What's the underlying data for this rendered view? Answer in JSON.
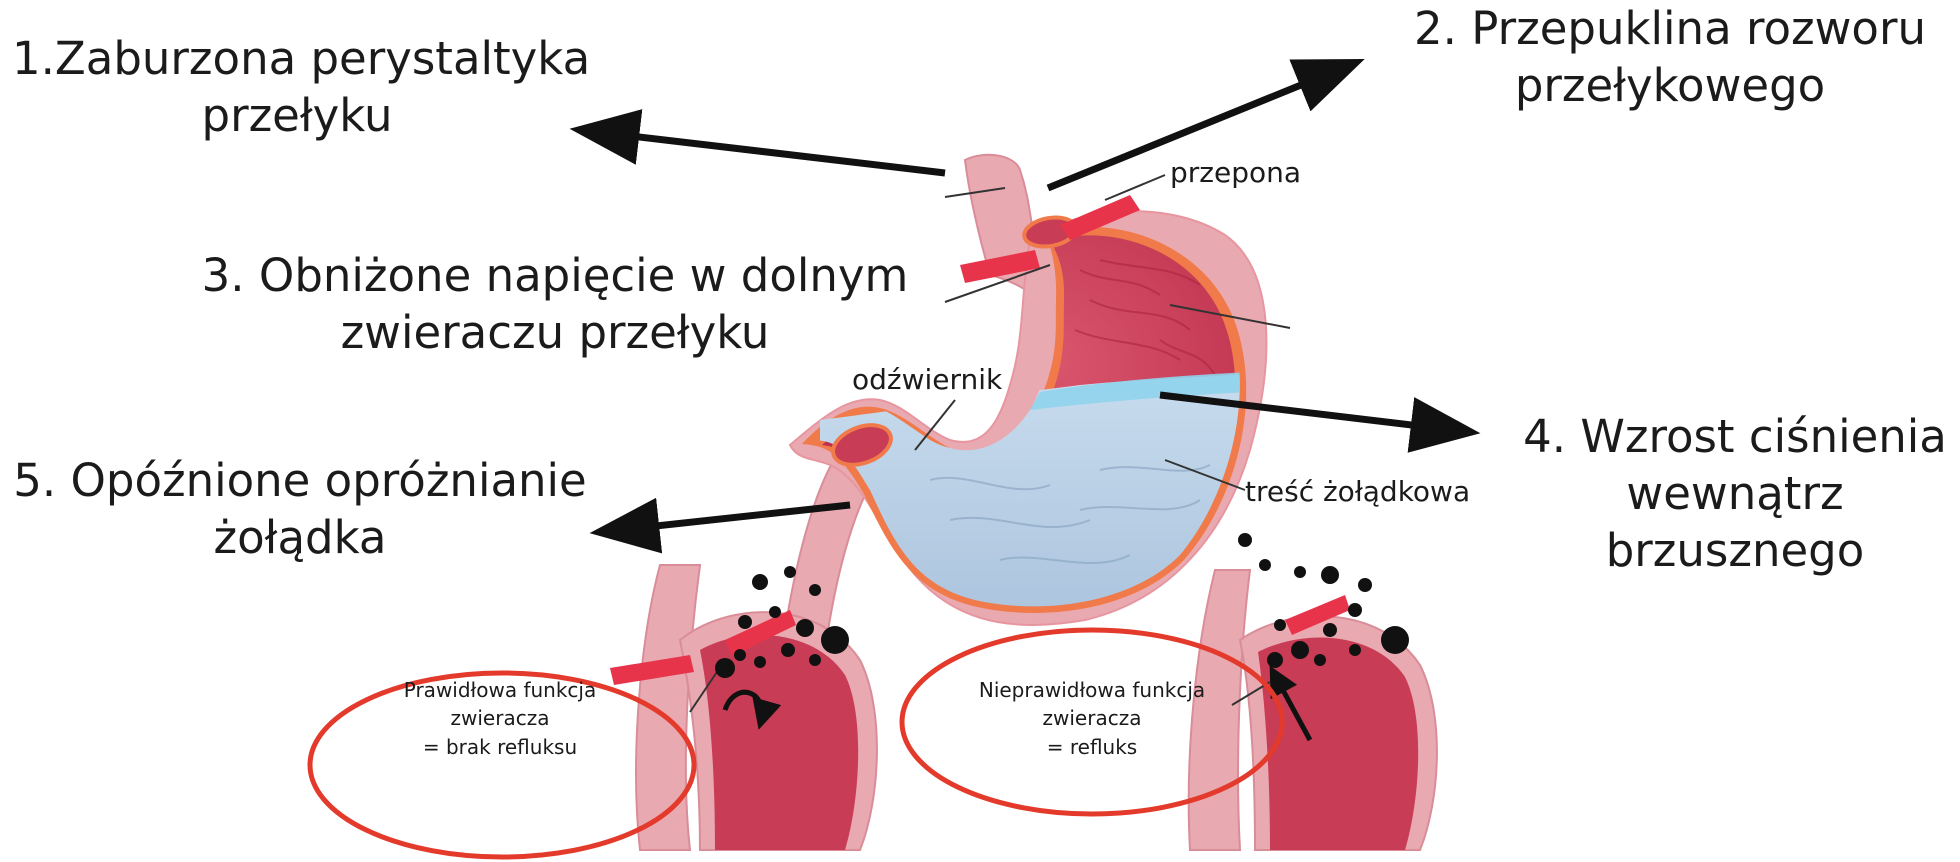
{
  "labels": {
    "cause1": [
      "1.Zaburzona perystaltyka",
      "przełyku"
    ],
    "cause2": [
      "2. Przepuklina rozworu",
      "przełykowego"
    ],
    "cause3": [
      "3. Obniżone napięcie w dolnym",
      "zwieraczu przełyku"
    ],
    "cause4": [
      "4. Wzrost ciśnienia",
      "wewnątrz",
      "brzusznego"
    ],
    "cause5": [
      "5.  Opóźnione opróżnianie",
      "żołądka"
    ]
  },
  "anatomy": {
    "diaphragm": "przepona",
    "pylorus": "odźwiernik",
    "gastric_content": "treść żołądkowa"
  },
  "insets": {
    "normal": [
      "Prawidłowa funkcja",
      "zwieracza",
      "= brak refluksu"
    ],
    "abnormal": [
      "Nieprawidłowa funkcja",
      "zwieracza",
      "=  refluks"
    ]
  },
  "colors": {
    "stomach_wall": "#e9a9b1",
    "stomach_inner": "#c93c55",
    "diaphragm_red": "#e8344a",
    "content_blue": "#b5cde3",
    "content_line": "#8fd3ec",
    "outline_red": "#e33a2c",
    "arrow": "#111111"
  }
}
